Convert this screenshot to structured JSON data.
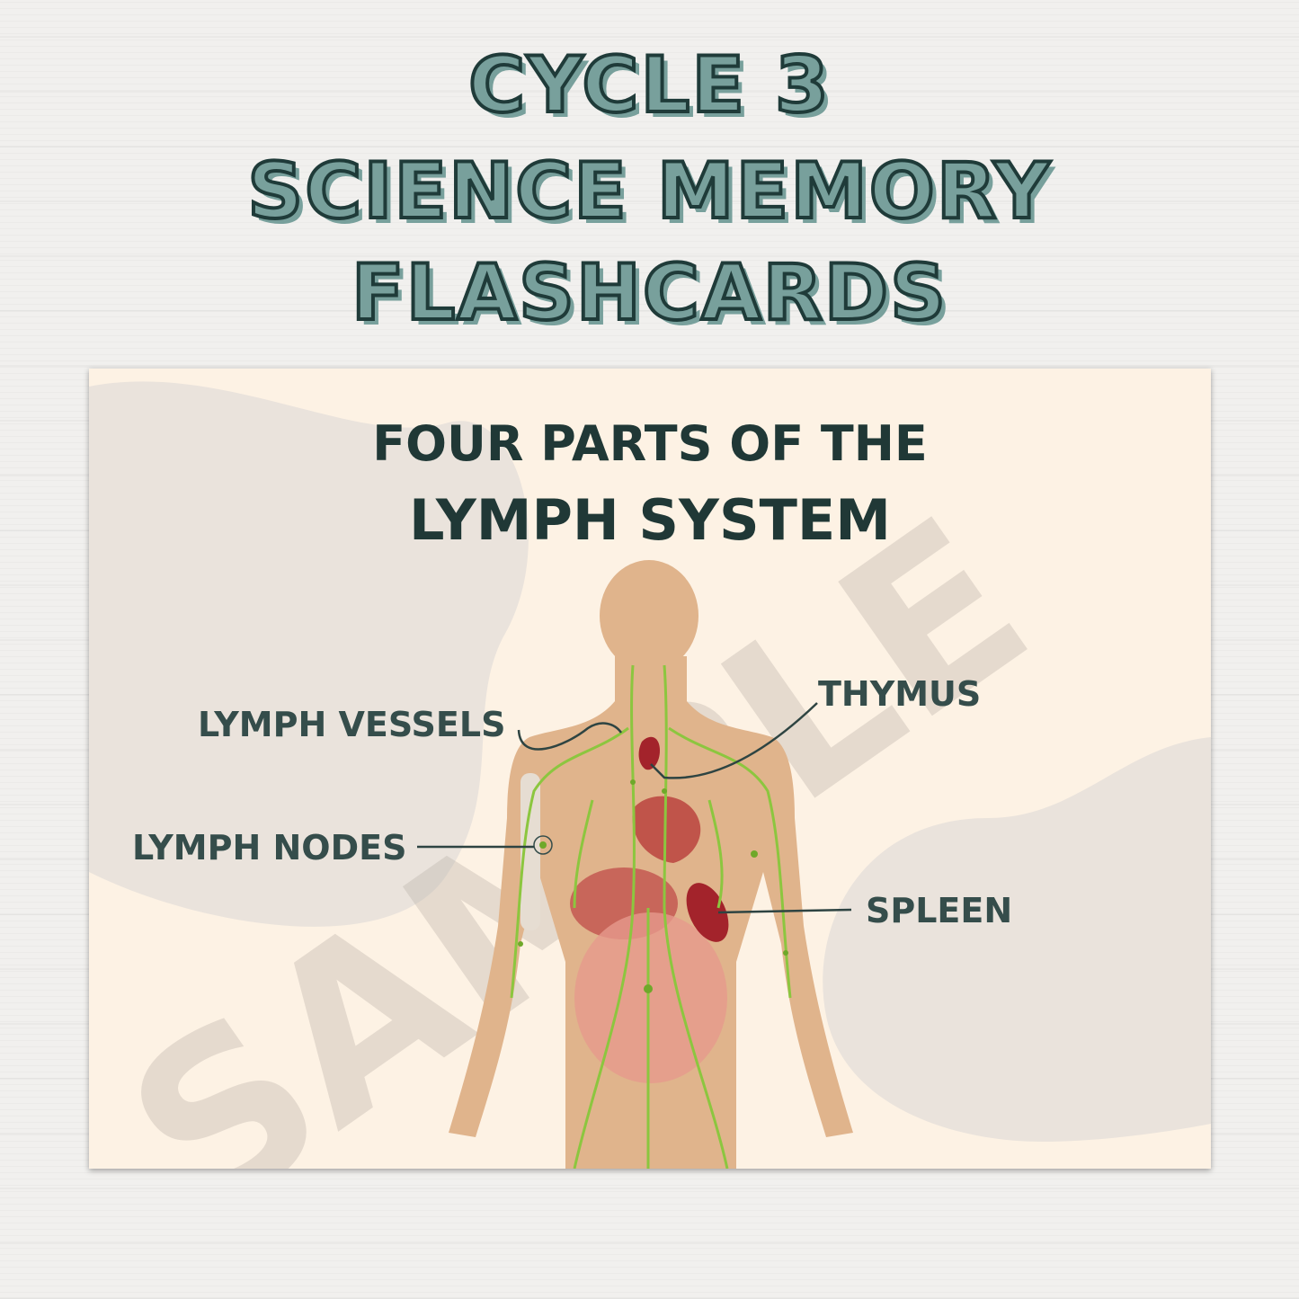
{
  "header": {
    "line1": "CYCLE 3",
    "line2": "SCIENCE MEMORY",
    "line3": "FLASHCARDS"
  },
  "card": {
    "title_line1": "FOUR PARTS OF THE",
    "title_line2": "LYMPH SYSTEM",
    "labels": {
      "vessels": "LYMPH VESSELS",
      "thymus": "THYMUS",
      "nodes": "LYMPH NODES",
      "spleen": "SPLEEN"
    },
    "watermark": "SAMPLE"
  },
  "colors": {
    "title_fill": "#78a09c",
    "title_stroke": "#1f3b39",
    "card_bg": "#fdf2e4",
    "body": "#e0b48c",
    "lymph": "#8cc63f",
    "organ": "#a3232b"
  }
}
